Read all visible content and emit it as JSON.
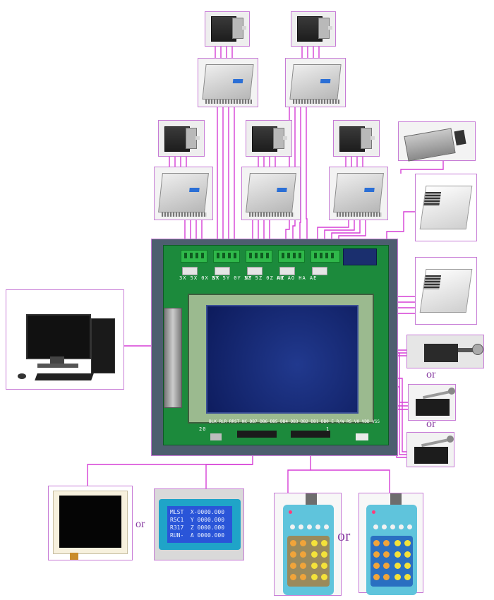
{
  "diagram": {
    "or_labels": [
      "or",
      "or",
      "or",
      "or"
    ],
    "board": {
      "terminal_labels": [
        "3X 5X 0X NX",
        "3Y 5Y 0Y NY",
        "3Z 5Z 0Z NZ",
        "AH AO HA AE"
      ],
      "bottom_pin_labels": "BLK RLR RRST NC DB7 DB6 DB5 DB4 DB3 DB2 DB1 DB0 E R/W RS V0 VDD VSS",
      "header_numbers": [
        "20",
        "1"
      ]
    },
    "small_lcd": {
      "lines": [
        "MLST  X-0000.000",
        "R5C1  Y 0000.000",
        "R317  Z 0000.000",
        "RUN-  A 0000.000"
      ]
    },
    "icons": {
      "stepper_motor": "stepper-motor-icon",
      "driver": "stepper-driver-icon",
      "spindle": "spindle-motor-icon",
      "psu": "power-supply-icon",
      "computer": "desktop-computer-icon",
      "limit_switch": "limit-switch-icon",
      "pendant": "handheld-pendant-icon"
    },
    "colors": {
      "wire": "#d63fd6",
      "frame": "#c77bd6",
      "pcb": "#1c8a3c",
      "lcd": "#21398e"
    }
  }
}
